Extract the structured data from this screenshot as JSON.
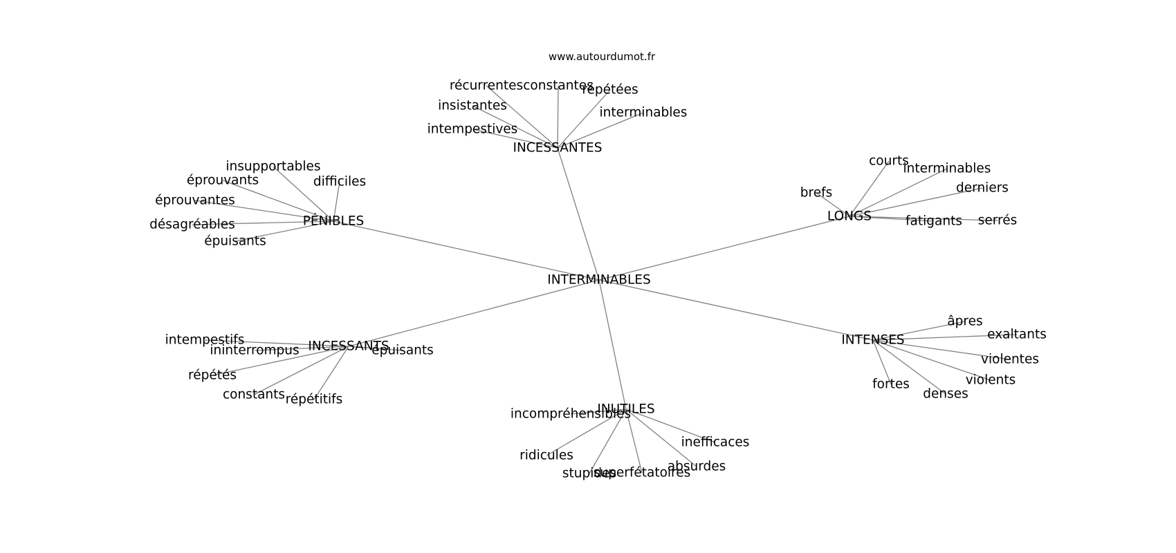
{
  "credit": "www.autourdumot.fr",
  "center": "INTERMINABLES",
  "clusters": [
    {
      "label": "INCESSANTES",
      "words": [
        "récurrentes",
        "constantes",
        "répétées",
        "insistantes",
        "interminables",
        "intempestives"
      ]
    },
    {
      "label": "PÉNIBLES",
      "words": [
        "insupportables",
        "éprouvants",
        "difficiles",
        "éprouvantes",
        "désagréables",
        "épuisants"
      ]
    },
    {
      "label": "LONGS",
      "words": [
        "courts",
        "interminables",
        "brefs",
        "derniers",
        "fatigants",
        "serrés"
      ]
    },
    {
      "label": "INCESSANTS",
      "words": [
        "intempestifs",
        "ininterrompus",
        "épuisants",
        "répétés",
        "constants",
        "répétitifs"
      ]
    },
    {
      "label": "INTENSES",
      "words": [
        "âpres",
        "exaltants",
        "violentes",
        "violents",
        "fortes",
        "denses"
      ]
    },
    {
      "label": "INUTILES",
      "words": [
        "incompréhensibles",
        "inefficaces",
        "ridicules",
        "absurdes",
        "stupides",
        "superfétatoires"
      ]
    }
  ]
}
